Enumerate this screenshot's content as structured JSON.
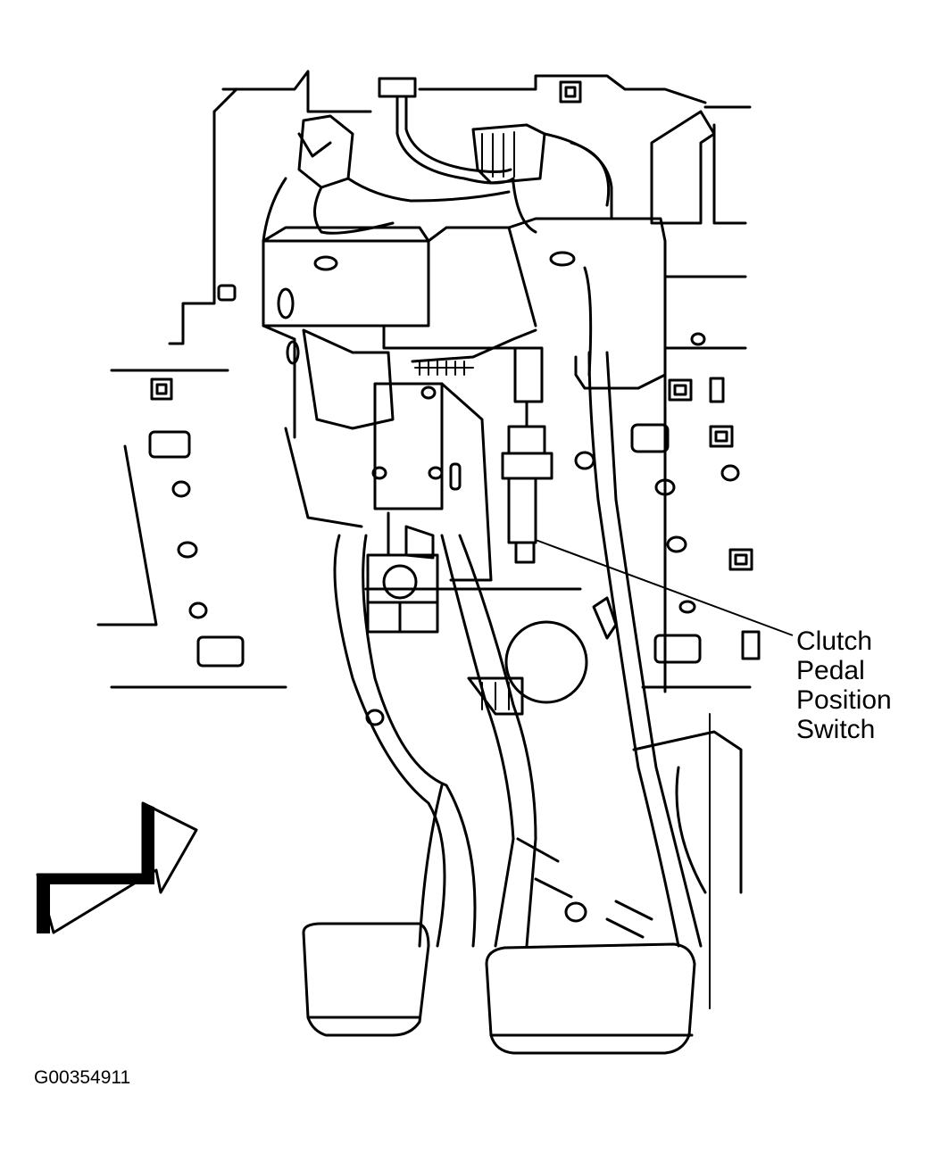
{
  "callout": {
    "line1": "Clutch",
    "line2": "Pedal",
    "line3": "Position",
    "line4": "Switch"
  },
  "figure_id": "G00354911",
  "icons": {
    "direction": "arrow-icon"
  }
}
